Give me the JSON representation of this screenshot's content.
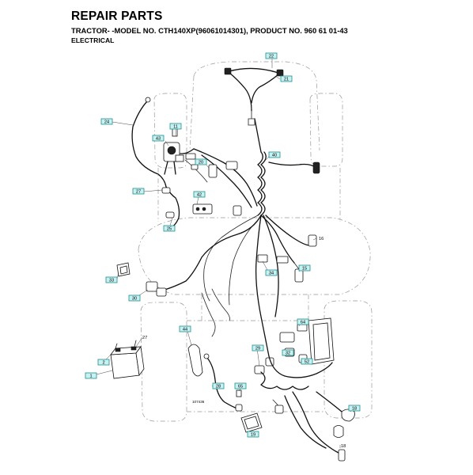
{
  "header": {
    "title": "REPAIR PARTS",
    "subtitle": "TRACTOR- -MODEL NO. CTH140XP(96061014301), PRODUCT NO. 960 61 01-43",
    "section": "ELECTRICAL"
  },
  "callouts": [
    "22",
    "21",
    "24",
    "11",
    "43",
    "40",
    "20",
    "27",
    "42",
    "25",
    "16",
    "33",
    "34",
    "15",
    "30",
    "44",
    "64",
    "29",
    "32",
    "52",
    "2",
    "1",
    "28",
    "65",
    "18",
    "18",
    "19"
  ],
  "plain_labels": [
    "16",
    "27"
  ],
  "figure_ref": "107436"
}
